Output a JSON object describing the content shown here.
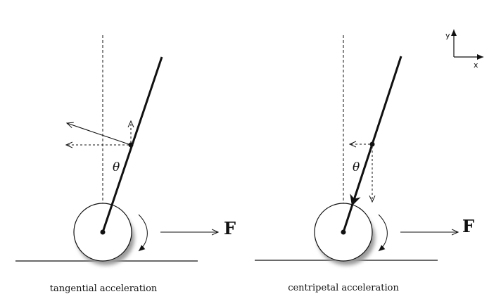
{
  "panels": [
    {
      "id": "left",
      "caption": "tangential acceleration",
      "force_label": "F",
      "angle_label": "θ"
    },
    {
      "id": "right",
      "caption": "centripetal acceleration",
      "force_label": "F",
      "angle_label": "θ"
    }
  ],
  "axes": {
    "y_label": "y",
    "x_label": "x"
  },
  "colors": {
    "ink": "#111111",
    "wheel_fill": "#ffffff",
    "shadow": "#9a9a9a"
  }
}
